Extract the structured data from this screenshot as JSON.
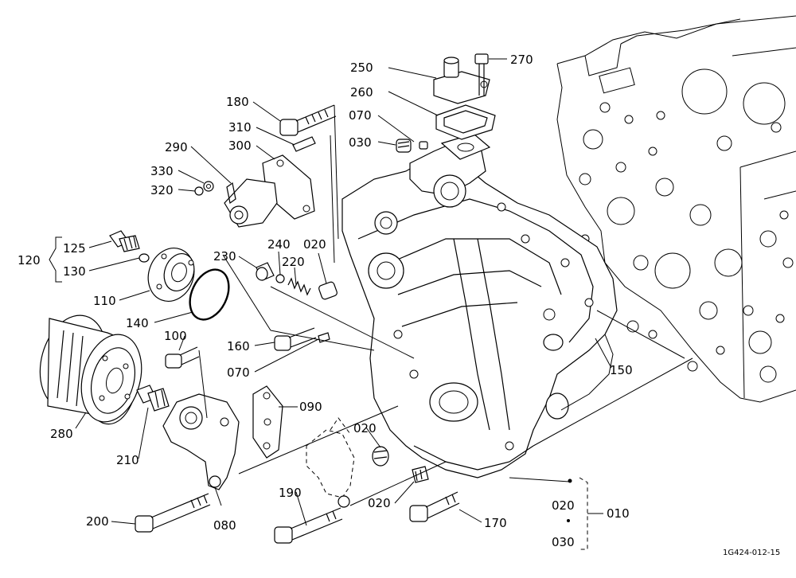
{
  "drawing_code": "1G424-012-15",
  "callouts": {
    "c250": "250",
    "c270": "270",
    "c260": "260",
    "c070a": "070",
    "c030a": "030",
    "c180": "180",
    "c310": "310",
    "c300": "300",
    "c290": "290",
    "c330": "330",
    "c320": "320",
    "c120": "120",
    "c125": "125",
    "c130": "130",
    "c110": "110",
    "c230": "230",
    "c240": "240",
    "c220": "220",
    "c020a": "020",
    "c140": "140",
    "c100": "100",
    "c160": "160",
    "c070b": "070",
    "c150": "150",
    "c280": "280",
    "c090": "090",
    "c210": "210",
    "c020b": "020",
    "c190": "190",
    "c020c": "020",
    "c200": "200",
    "c080": "080",
    "c170": "170",
    "c020d": "020",
    "c010": "010",
    "c030b": "030"
  }
}
